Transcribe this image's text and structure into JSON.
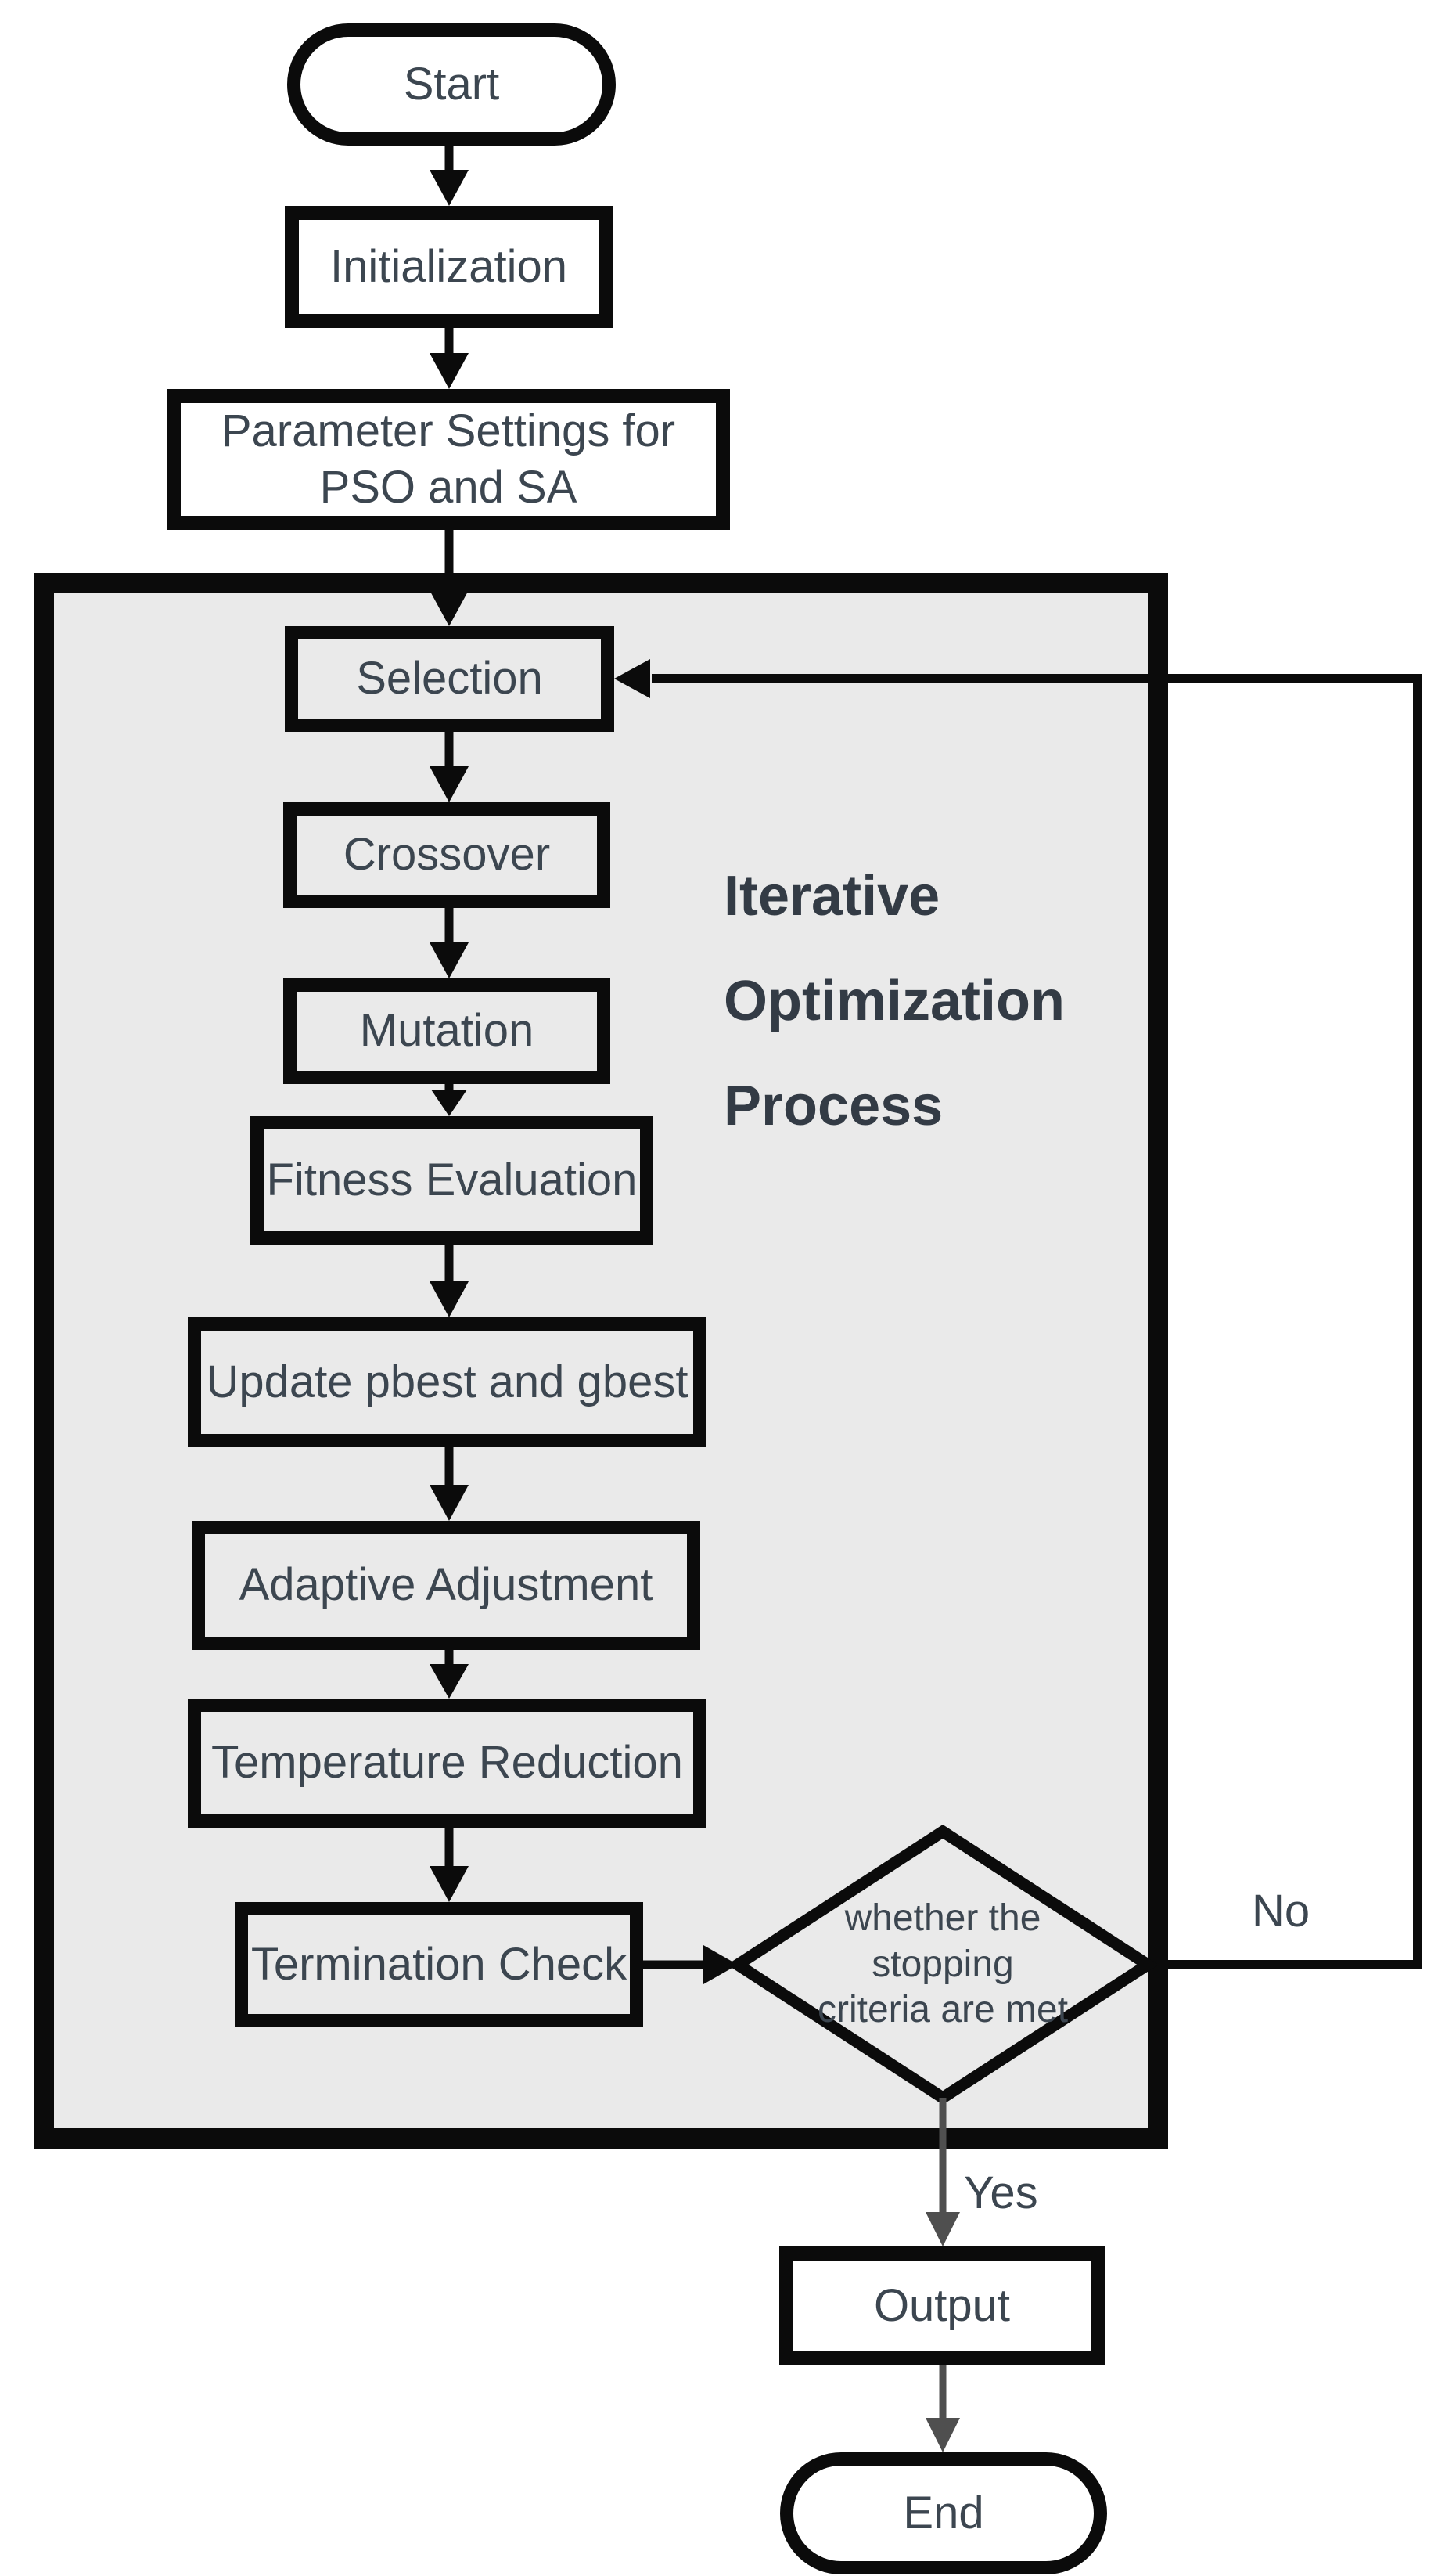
{
  "diagram": {
    "title": "Iterative Optimization Process",
    "nodes": {
      "start": "Start",
      "initialization": "Initialization",
      "parameter_settings": "Parameter Settings for\nPSO and SA",
      "selection": "Selection",
      "crossover": "Crossover",
      "mutation": "Mutation",
      "fitness_evaluation": "Fitness Evaluation",
      "update_pbest_gbest": "Update pbest and gbest",
      "adaptive_adjustment": "Adaptive Adjustment",
      "temperature_reduction": "Temperature Reduction",
      "termination_check": "Termination Check",
      "decision": "whether the\nstopping\ncriteria are met",
      "output": "Output",
      "end": "End"
    },
    "edge_labels": {
      "no": "No",
      "yes": "Yes"
    },
    "colors": {
      "page_background": "#ffffff",
      "container_fill": "#eaeaea",
      "inner_node_fill": "#eaeaea",
      "outer_node_fill": "#ffffff",
      "outline_black": "#0b0b0b",
      "arrow_gray": "#4f4f4f",
      "node_text": "#3c4650",
      "title_text": "#333b45"
    }
  }
}
